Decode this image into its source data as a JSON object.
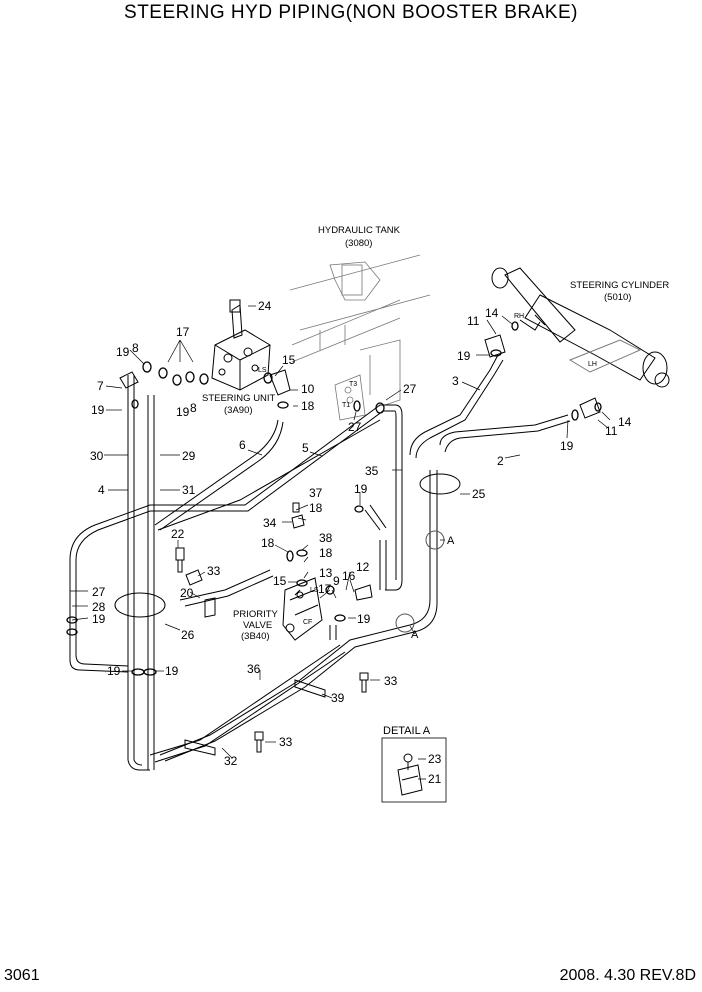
{
  "title": "STEERING HYD PIPING(NON BOOSTER BRAKE)",
  "page_number": "3061",
  "date_rev": "2008. 4.30  REV.8D",
  "components": {
    "hydraulic_tank": {
      "name": "HYDRAULIC TANK",
      "ref": "(3080)"
    },
    "steering_cylinder": {
      "name": "STEERING CYLINDER",
      "ref": "(5010)"
    },
    "steering_unit": {
      "name": "STEERING UNIT",
      "ref": "(3A90)"
    },
    "priority_valve": {
      "line1": "PRIORITY",
      "line2": "VALVE",
      "ref": "(3B40)"
    }
  },
  "markers": {
    "a": "A",
    "rh": "RH",
    "lh": "LH",
    "ls": "LS",
    "t1": "T1",
    "t3": "T3",
    "cf": "CF"
  },
  "detail_a": {
    "title": "DETAIL A",
    "part_23": "23",
    "part_21": "21"
  },
  "parts": [
    "2",
    "3",
    "4",
    "5",
    "6",
    "7",
    "8",
    "9",
    "10",
    "11",
    "12",
    "13",
    "14",
    "15",
    "16",
    "17",
    "18",
    "19",
    "20",
    "21",
    "22",
    "23",
    "24",
    "25",
    "26",
    "27",
    "28",
    "29",
    "30",
    "31",
    "32",
    "33",
    "34",
    "35",
    "36",
    "37",
    "38",
    "39"
  ],
  "labels": {
    "n24": "24",
    "n17a": "17",
    "n19a": "19",
    "n8a": "8",
    "n15a": "15",
    "n7": "7",
    "n10": "10",
    "n19b": "19",
    "n8b": "8",
    "n18a": "18",
    "n6": "6",
    "n5": "5",
    "n29": "29",
    "n30": "30",
    "n4": "4",
    "n31": "31",
    "n11a": "11",
    "n14a": "14",
    "n19c": "19",
    "n3": "3",
    "n27a": "27",
    "n27b": "27",
    "n35": "35",
    "n2": "2",
    "n19d": "19",
    "n11b": "11",
    "n14b": "14",
    "n25": "25",
    "n37": "37",
    "n18b": "18",
    "n34": "34",
    "n19e": "19",
    "n22": "22",
    "n18c": "18",
    "n38": "38",
    "n18d": "18",
    "n33a": "33",
    "n13": "13",
    "n12": "12",
    "n15b": "15",
    "n17b": "17",
    "n9": "9",
    "n16": "16",
    "n27c": "27",
    "n20": "20",
    "n28": "28",
    "n19f": "19",
    "n19g": "19",
    "n26": "26",
    "n19h": "19",
    "n19i": "19",
    "n19j": "19",
    "n36": "36",
    "n33b": "33",
    "n39": "39",
    "n33c": "33",
    "n32": "32"
  }
}
